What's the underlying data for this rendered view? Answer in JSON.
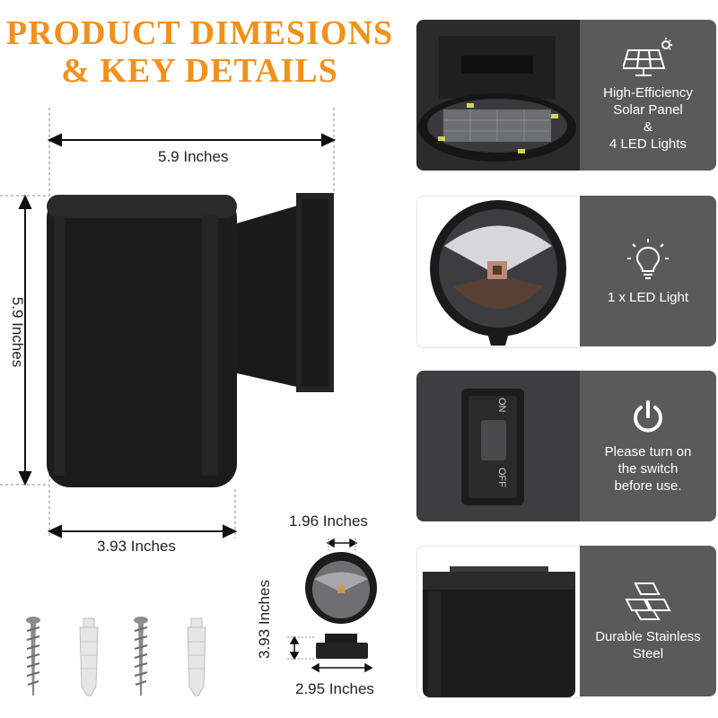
{
  "title": {
    "line1": "PRODUCT DIMESIONS",
    "line2": "& KEY DETAILS"
  },
  "dimensions": {
    "width_top": "5.9 Inches",
    "height_side": "5.9 Inches",
    "depth_bottom": "3.93 Inches",
    "front_top": "1.96 Inches",
    "front_side": "3.93 Inches",
    "front_bottom": "2.95 Inches"
  },
  "features": [
    {
      "icon": "solar-panel-icon",
      "label": "High-Efficiency\nSolar Panel\n&\n4 LED Lights"
    },
    {
      "icon": "lightbulb-icon",
      "label": "1 x LED Light"
    },
    {
      "icon": "power-icon",
      "label": "Please turn on\nthe switch\nbefore use."
    },
    {
      "icon": "steel-bars-icon",
      "label": "Durable Stainless\nSteel"
    }
  ],
  "switch_labels": {
    "on": "ON",
    "off": "OFF"
  },
  "colors": {
    "title": "#f39019",
    "panel_background": "#5a5a5b",
    "product_body": "#1c1c1d"
  }
}
